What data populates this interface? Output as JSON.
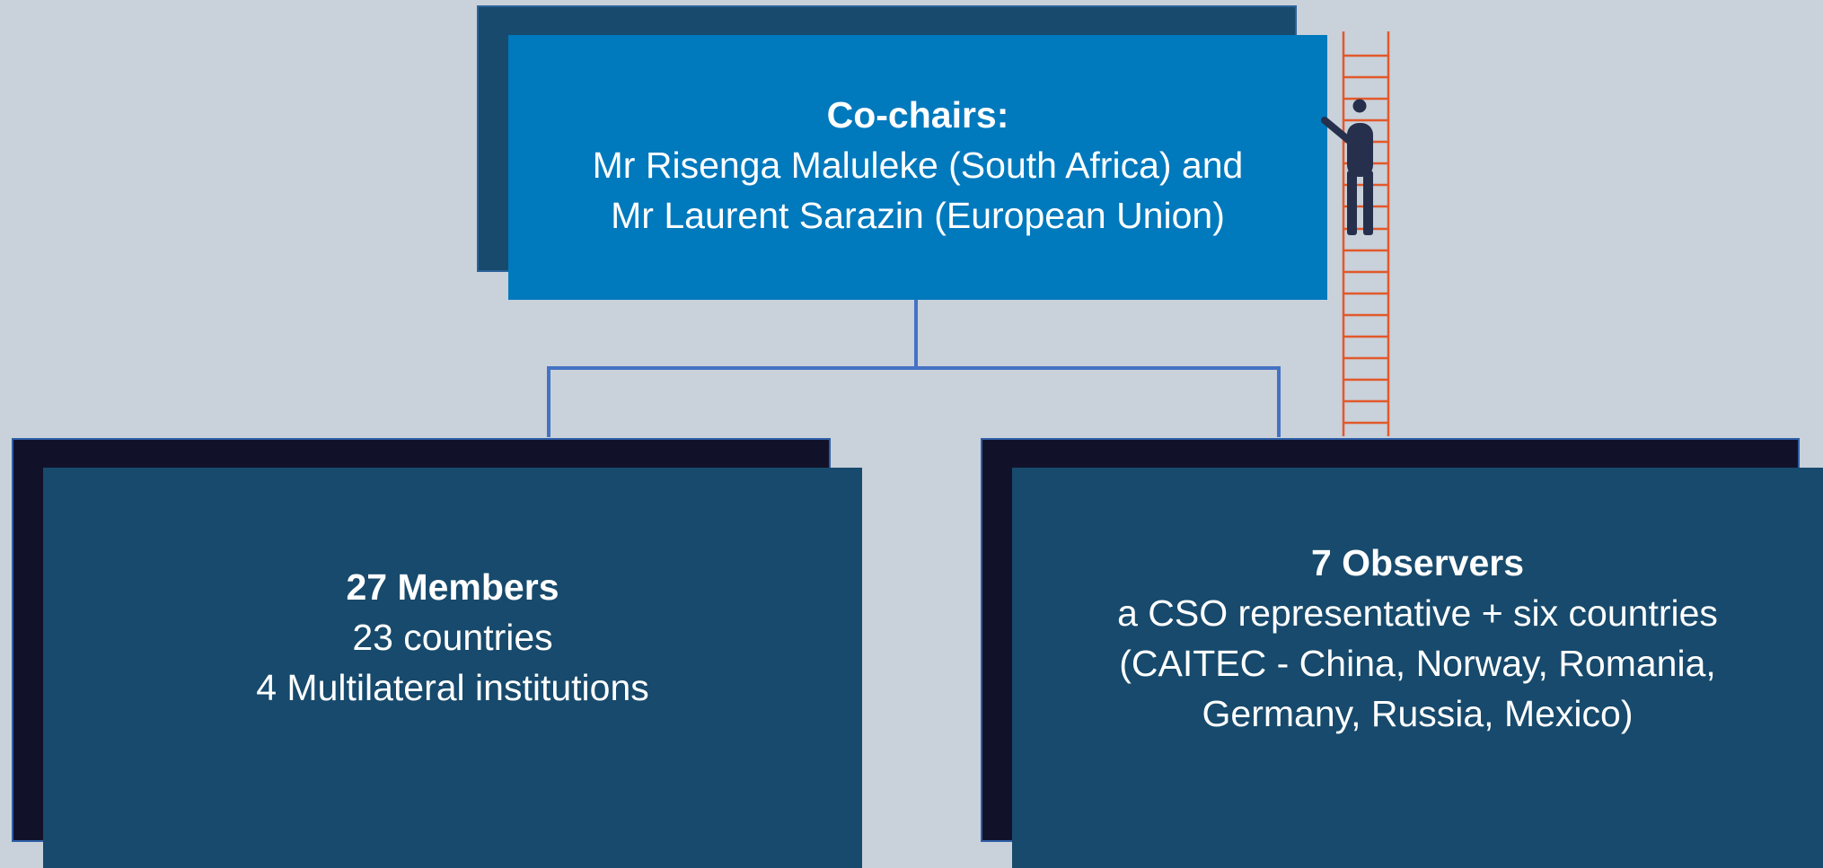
{
  "cochairs": {
    "title": "Co-chairs:",
    "line1": "Mr Risenga Maluleke (South Africa) and",
    "line2": "Mr Laurent Sarazin (European Union)"
  },
  "members": {
    "title": "27 Members",
    "line1": "23 countries",
    "line2": "4 Multilateral institutions"
  },
  "observers": {
    "title": "7 Observers",
    "line1": "a CSO representative + six countries",
    "line2": "(CAITEC - China, Norway, Romania,",
    "line3": "Germany, Russia, Mexico)"
  },
  "icons": {
    "ladder": "ladder-icon",
    "person": "person-climbing-icon"
  },
  "colors": {
    "background": "#c9d1da",
    "top_box": "#0079bd",
    "top_box_shadow": "#174a6c",
    "lower_box": "#174a6c",
    "lower_box_shadow": "#111229",
    "connector": "#4472c4",
    "ladder": "#e2592a",
    "person": "#262f4b"
  }
}
